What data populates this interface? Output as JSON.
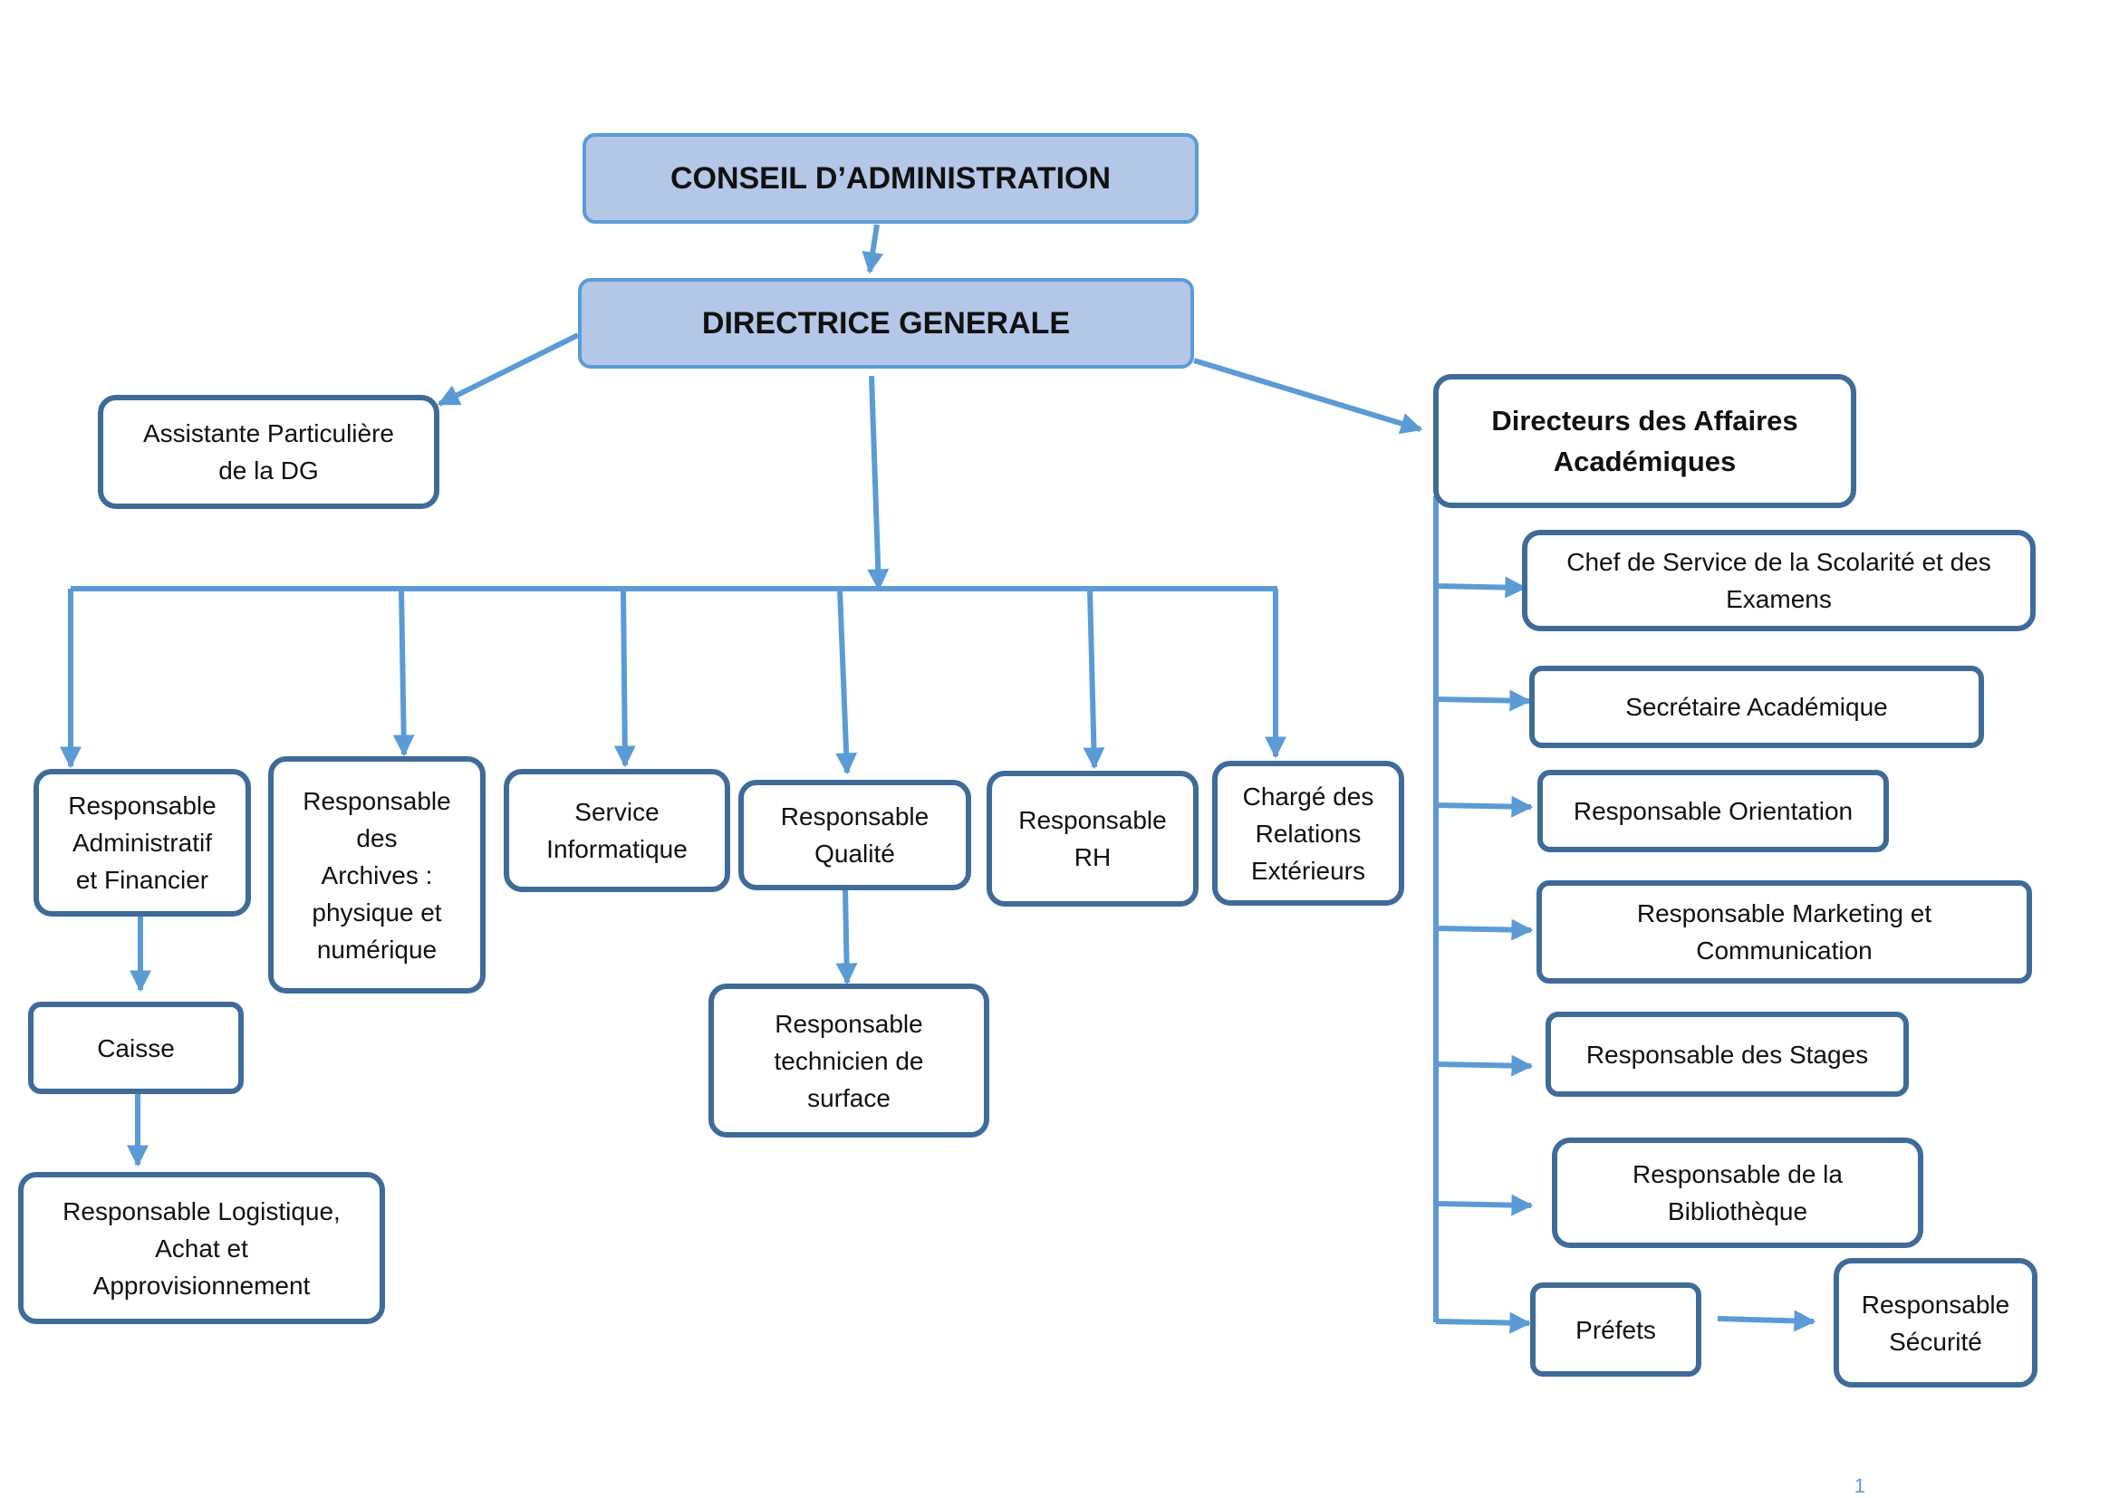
{
  "colors": {
    "connector": "#5b9bd5",
    "box_border": "#3f6b99",
    "top_fill": "#b4c7e7"
  },
  "nodes": {
    "conseil": "CONSEIL D’ADMINISTRATION",
    "directrice": "DIRECTRICE GENERALE",
    "assistante": "Assistante Particulière\nde la DG",
    "directeurs": "Directeurs des Affaires\nAcadémiques",
    "resp_admin_fin": "Responsable\nAdministratif\net Financier",
    "caisse": "Caisse",
    "resp_logistique": "Responsable Logistique,\nAchat et\nApprovisionnement",
    "resp_archives": "Responsable\ndes\nArchives :\nphysique et\nnumérique",
    "service_info": "Service\nInformatique",
    "resp_qualite": "Responsable\nQualité",
    "resp_technicien": "Responsable\ntechnicien de\nsurface",
    "resp_rh": "Responsable\nRH",
    "charge_relations": "Chargé des\nRelations\nExtérieurs",
    "chef_scolarite": "Chef de Service de la Scolarité et des\nExamens",
    "secretaire": "Secrétaire Académique",
    "resp_orientation": "Responsable Orientation",
    "resp_marketing": "Responsable Marketing et\nCommunication",
    "resp_stages": "Responsable des Stages",
    "resp_bibliotheque": "Responsable de la\nBibliothèque",
    "prefets": "Préfets",
    "resp_securite": "Responsable\nSécurité"
  },
  "page_number": "1"
}
